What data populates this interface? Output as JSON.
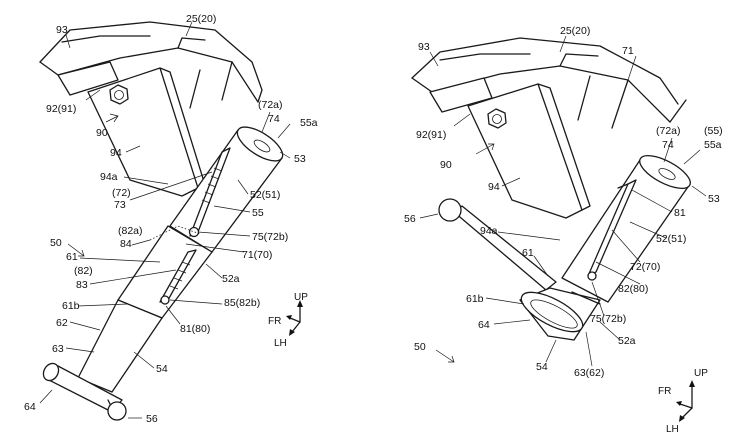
{
  "left_figure": {
    "labels": {
      "l93": "93",
      "l25": "25(20)",
      "l92": "92(91)",
      "l90": "90",
      "l72a": "(72a)",
      "l74": "74",
      "l55a": "55a",
      "l53": "53",
      "l94": "94",
      "l94a": "94a",
      "l72": "(72)",
      "l73": "73",
      "l52": "52(51)",
      "l55": "55",
      "l82a": "(82a)",
      "l84": "84",
      "l75": "75(72b)",
      "l71": "71(70)",
      "l50": "50",
      "l61": "61",
      "l82": "(82)",
      "l83": "83",
      "l52a": "52a",
      "l61b": "61b",
      "l85": "85(82b)",
      "l81": "81(80)",
      "l62": "62",
      "l63": "63",
      "l54": "54",
      "l64": "64",
      "l56": "56"
    },
    "directions": {
      "up": "UP",
      "fr": "FR",
      "lh": "LH"
    }
  },
  "right_figure": {
    "labels": {
      "l93": "93",
      "l25": "25(20)",
      "l71": "71",
      "l92": "92(91)",
      "l72a": "(72a)",
      "l55": "(55)",
      "l74": "74",
      "l55a": "55a",
      "l90": "90",
      "l53": "53",
      "l94": "94",
      "l81": "81",
      "l56": "56",
      "l94a": "94a",
      "l52": "52(51)",
      "l61": "61",
      "l72": "72(70)",
      "l82": "82(80)",
      "l61b": "61b",
      "l75": "75(72b)",
      "l64": "64",
      "l52a": "52a",
      "l50": "50",
      "l54": "54",
      "l63": "63(62)"
    },
    "directions": {
      "up": "UP",
      "fr": "FR",
      "lh": "LH"
    }
  }
}
